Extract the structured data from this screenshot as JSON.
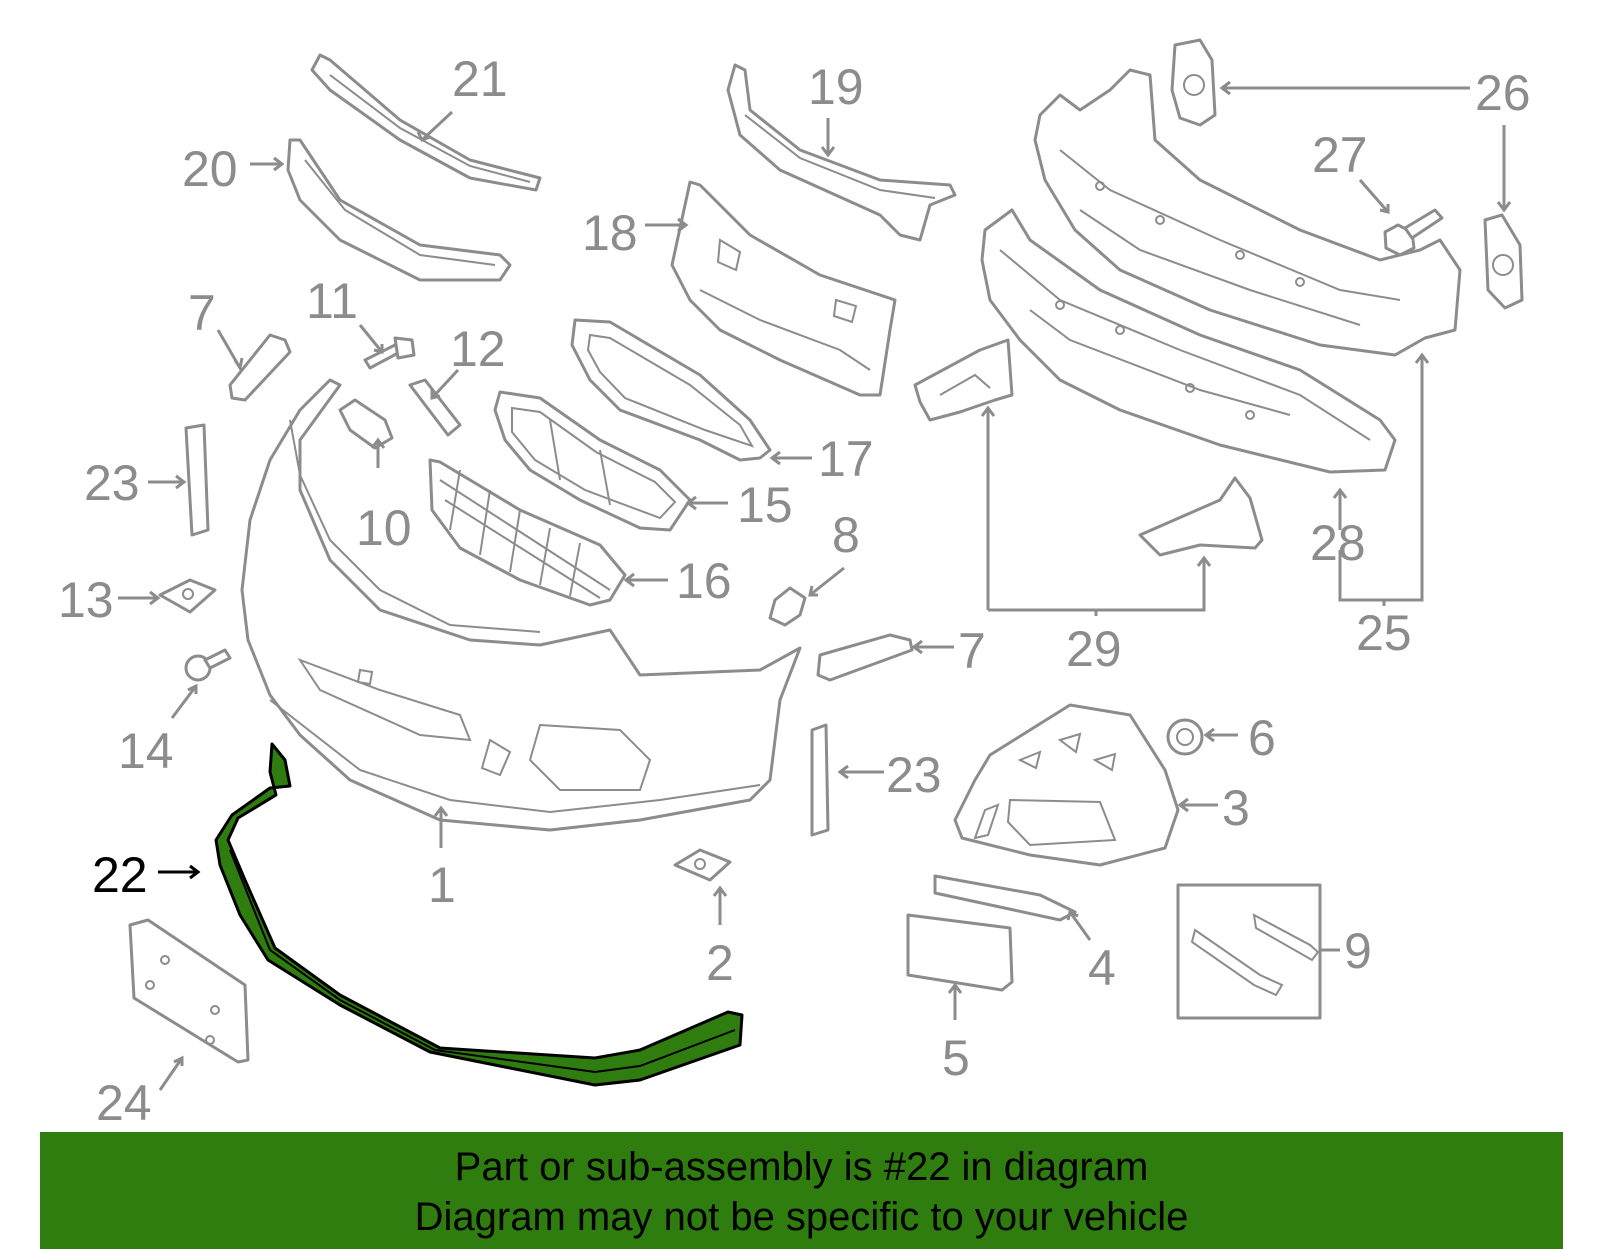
{
  "diagram": {
    "highlight_color": "#2e7d0e",
    "callouts": {
      "c1": "1",
      "c2": "2",
      "c3": "3",
      "c4": "4",
      "c5": "5",
      "c6": "6",
      "c7a": "7",
      "c7b": "7",
      "c8": "8",
      "c9": "9",
      "c10": "10",
      "c11": "11",
      "c12": "12",
      "c13": "13",
      "c14": "14",
      "c15": "15",
      "c16": "16",
      "c17": "17",
      "c18": "18",
      "c19": "19",
      "c20": "20",
      "c21": "21",
      "c22": "22",
      "c23a": "23",
      "c23b": "23",
      "c24": "24",
      "c25": "25",
      "c26": "26",
      "c27": "27",
      "c28": "28",
      "c29": "29"
    }
  },
  "banner": {
    "line1": "Part or sub-assembly is #22 in diagram",
    "line2": "Diagram may not be specific to your vehicle",
    "color": "#2e7d0e"
  }
}
